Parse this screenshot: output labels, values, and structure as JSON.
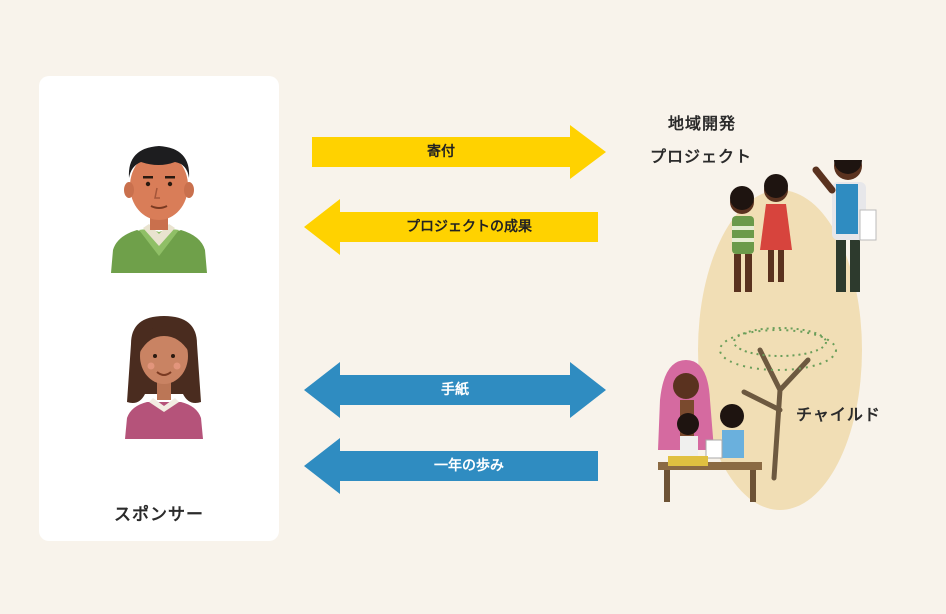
{
  "sponsor": {
    "label": "スポンサー"
  },
  "arrows": {
    "donation": "寄付",
    "project_results": "プロジェクトの成果",
    "letters": "手紙",
    "year_progress": "一年の歩み"
  },
  "project": {
    "title_line1": "地域開発",
    "title_line2": "プロジェクト"
  },
  "child": {
    "label": "チャイルド"
  },
  "colors": {
    "yellow_arrow": "#ffd200",
    "blue_arrow": "#2f8cc1",
    "oval": "#f1deb5",
    "panel": "#ffffff",
    "background": "#f8f3eb"
  }
}
